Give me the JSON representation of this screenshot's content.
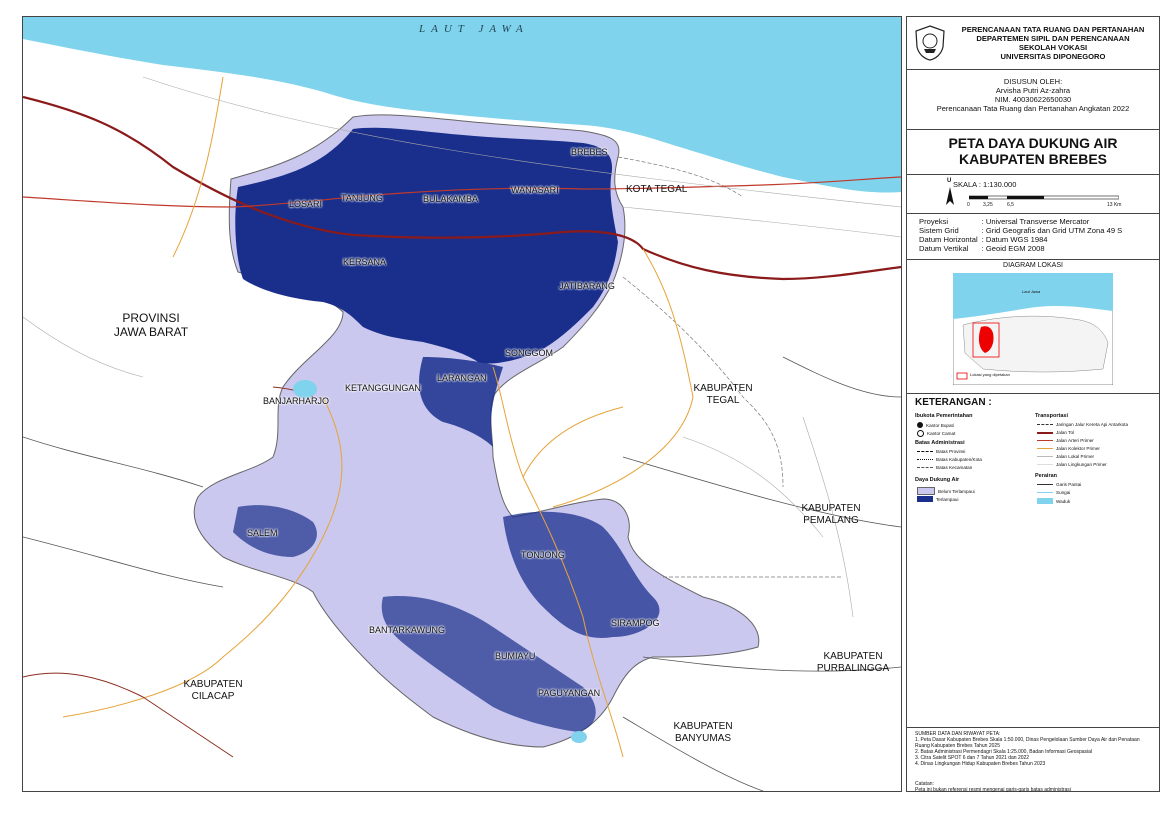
{
  "map": {
    "sea_label": "LAUT JAWA",
    "province_label": "PROVINSI\nJAWA BARAT",
    "kota_tegal": "KOTA TEGAL",
    "kab_tegal": "KABUPATEN\nTEGAL",
    "kab_pemalang": "KABUPATEN\nPEMALANG",
    "kab_purbalingga": "KABUPATEN\nPURBALINGGA",
    "kab_banyumas": "KABUPATEN\nBANYUMAS",
    "kab_cilacap": "KABUPATEN\nCILACAP",
    "kecamatan": {
      "brebes": "BREBES",
      "wanasari": "WANASARI",
      "bulakamba": "BULAKAMBA",
      "tanjung": "TANJUNG",
      "losari": "LOSARI",
      "kersana": "KERSANA",
      "jatibarang": "JATIBARANG",
      "songgom": "SONGGOM",
      "larangan": "LARANGAN",
      "ketanggungan": "KETANGGUNGAN",
      "banjarharjo": "BANJARHARJO",
      "salem": "SALEM",
      "tonjong": "TONJONG",
      "sirampog": "SIRAMPOG",
      "bantarkawung": "BANTARKAWUNG",
      "bumiayu": "BUMIAYU",
      "paguyangan": "PAGUYANGAN"
    },
    "colors": {
      "sea": "#7fd3ec",
      "tidak_terlampaui": "#cbc8ef",
      "terlampaui": "#1a2f8c",
      "toll": "#8b1a1a",
      "collector": "#e6a33a"
    }
  },
  "panel": {
    "institution": [
      "PERENCANAAN TATA RUANG DAN PERTANAHAN",
      "DEPARTEMEN SIPIL DAN PERENCANAAN",
      "SEKOLAH VOKASI",
      "UNIVERSITAS DIPONEGORO"
    ],
    "author": [
      "DISUSUN OLEH:",
      "Arvisha Putri Az-zahra",
      "NIM. 40030622650030",
      "Perencanaan Tata Ruang dan Pertanahan Angkatan 2022"
    ],
    "title_line1": "PETA DAYA DUKUNG AIR",
    "title_line2": "KABUPATEN BREBES",
    "scale_label": "SKALA : 1:130.000",
    "scale_ticks": [
      "0",
      "3,25",
      "6,5",
      "13 Km"
    ],
    "north": "U",
    "projection": [
      {
        "k": "Proyeksi",
        "v": ": Universal Transverse Mercator"
      },
      {
        "k": "Sistem Grid",
        "v": ": Grid Geografis dan Grid UTM Zona 49 S"
      },
      {
        "k": "Datum Horizontal",
        "v": ": Datum WGS 1984"
      },
      {
        "k": "Datum Vertikal",
        "v": ": Geoid EGM 2008"
      }
    ],
    "location_title": "DIAGRAM LOKASI",
    "location_sea": "Laut Jawa",
    "location_legend": "Lokasi yang dipetakan",
    "legend_title": "KETERANGAN :",
    "legend": {
      "ibukota_title": "Ibukota Pemerintahan",
      "ibukota": [
        "Kantor Bupati",
        "Kantor Camat"
      ],
      "batas_title": "Batas Administrasi",
      "batas": [
        "Batas Provinsi",
        "Batas Kabupaten/Kota",
        "Batas Kecamatan"
      ],
      "dda_title": "Daya Dukung Air",
      "dda": [
        "Belum Terlampaui",
        "Terlampaui"
      ],
      "transport_title": "Transportasi",
      "transport": [
        "Jaringan Jalur Kereta Api Antarkota",
        "Jalan Tol",
        "Jalan Arteri Primer",
        "Jalan Kolektor Primer",
        "Jalan Lokal Primer",
        "Jalan Lingkungan Primer"
      ],
      "perairan_title": "Perairan",
      "perairan": [
        "Garis Pantai",
        "Sungai",
        "Waduk"
      ]
    },
    "sources_title": "SUMBER DATA DAN RIWAYAT PETA:",
    "sources": [
      "1. Peta Dasar Kabupaten Brebes Skala 1:50.000, Dinas Pengelolaan Sumber Daya Air dan Penataan Ruang Kabupaten Brebes Tahun 2025",
      "2. Batas Administrasi Permendagri Skala 1:25.000, Badan Informasi Geospasial",
      "3. Citra Satelit SPOT 6 dan 7 Tahun 2021 dan 2022",
      "4. Dinas Lingkungan Hidup Kabupaten Brebes Tahun 2023"
    ],
    "note_title": "Catatan:",
    "note": "Peta ini bukan referensi resmi mengenai garis-garis batas administrasi"
  }
}
